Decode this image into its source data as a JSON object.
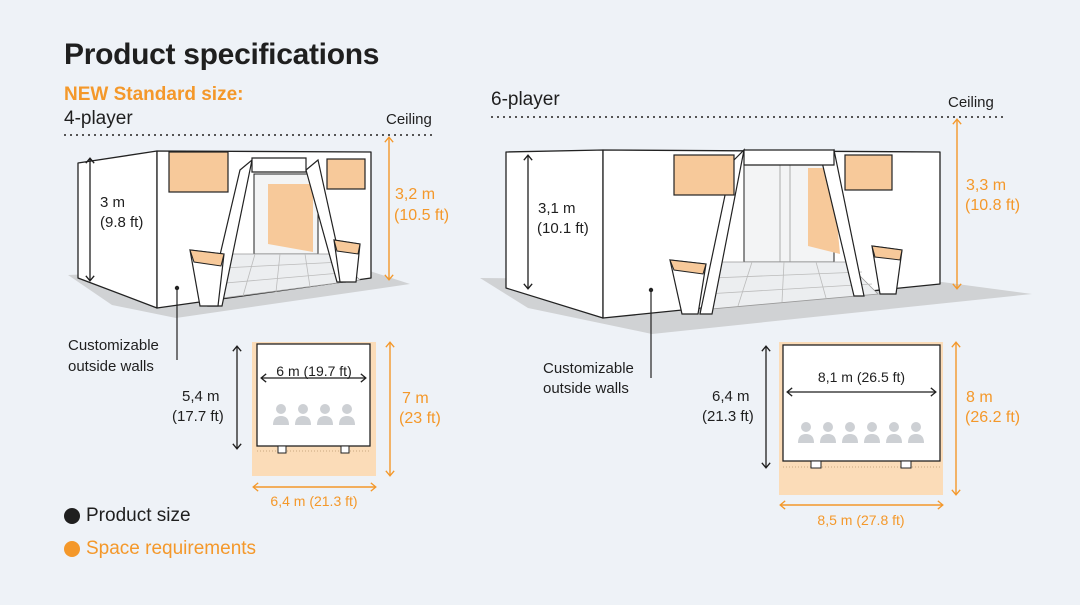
{
  "title": "Product specifications",
  "subtitle": "NEW Standard size:",
  "colors": {
    "accent": "#f4982a",
    "dark": "#1f1f1f",
    "space_fill": "#fbdcb8",
    "screen_fill": "#f7c99a",
    "floor": "#d0d2d4"
  },
  "small": {
    "name": "4-player",
    "ceiling_label": "Ceiling",
    "product_height": "3 m",
    "product_height_ft": "(9.8 ft)",
    "space_height": "3,2 m",
    "space_height_ft": "(10.5 ft)",
    "walls_label": [
      "Customizable",
      "outside walls"
    ],
    "product_width": "6 m (19.7 ft)",
    "product_depth": "5,4 m",
    "product_depth_ft": "(17.7 ft)",
    "space_depth": "7 m",
    "space_depth_ft": "(23 ft)",
    "space_width": "6,4 m (21.3 ft)",
    "seats": 4
  },
  "large": {
    "name": "6-player",
    "ceiling_label": "Ceiling",
    "product_height": "3,1 m",
    "product_height_ft": "(10.1 ft)",
    "space_height": "3,3 m",
    "space_height_ft": "(10.8 ft)",
    "walls_label": [
      "Customizable",
      "outside walls"
    ],
    "product_width": "8,1 m (26.5 ft)",
    "product_depth": "6,4 m",
    "product_depth_ft": "(21.3 ft)",
    "space_depth": "8 m",
    "space_depth_ft": "(26.2 ft)",
    "space_width": "8,5 m (27.8 ft)",
    "seats": 6
  },
  "legend": {
    "product": "Product size",
    "space": "Space requirements"
  }
}
